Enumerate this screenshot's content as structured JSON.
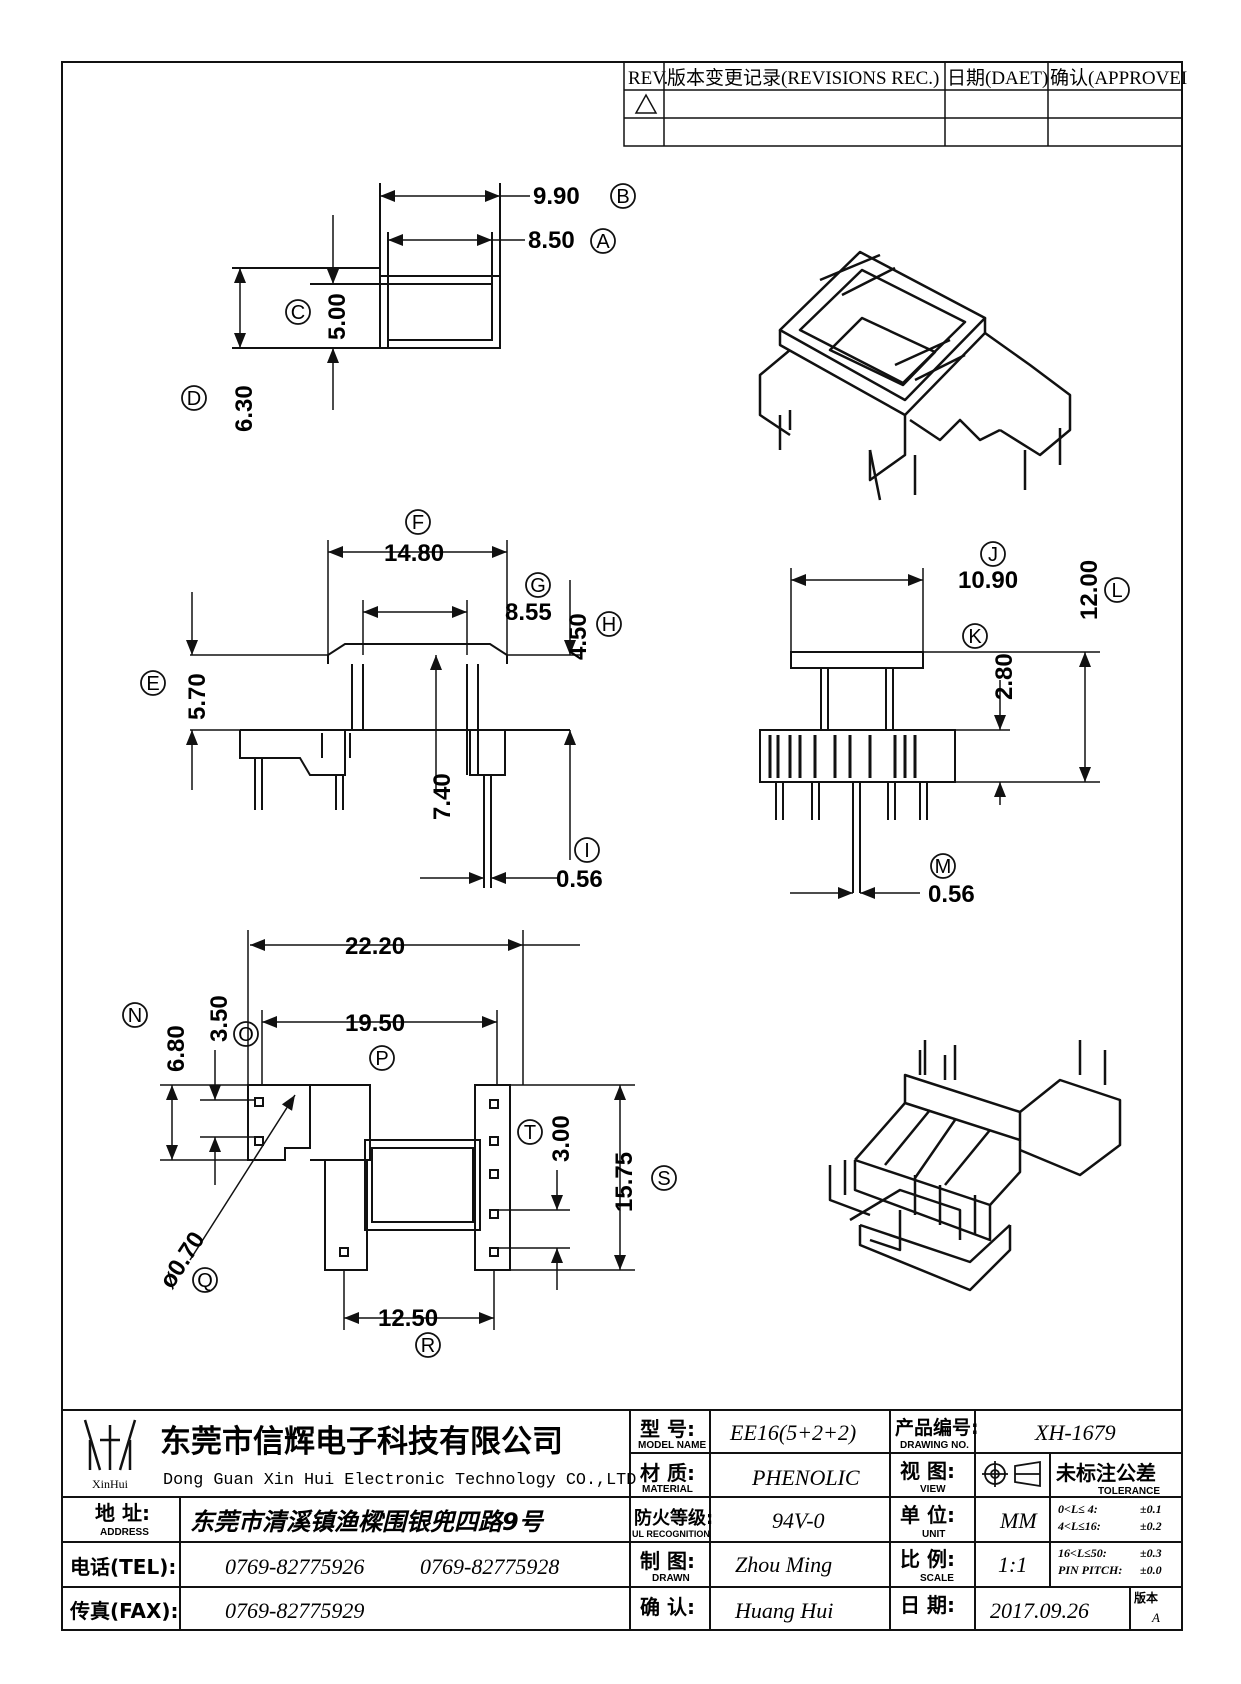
{
  "revision_block": {
    "rev_header": "REV.",
    "records_header": "版本变更记录(REVISIONS REC.)",
    "date_header": "日期(DAET)",
    "approve_header": "确认(APPROVEI"
  },
  "dimensions": {
    "top_view": {
      "d_990": "9.90",
      "d_850": "8.50",
      "d_500": "5.00",
      "d_630": "6.30"
    },
    "front_view": {
      "d_1480": "14.80",
      "d_855": "8.55",
      "d_450": "4.50",
      "d_570": "5.70",
      "d_740": "7.40",
      "d_056": "0.56"
    },
    "side_view": {
      "d_1090": "10.90",
      "d_1200": "12.00",
      "d_280": "2.80",
      "d_056": "0.56"
    },
    "bottom_view": {
      "d_2220": "22.20",
      "d_1950": "19.50",
      "d_350": "3.50",
      "d_680": "6.80",
      "d_300": "3.00",
      "d_1575": "15.75",
      "d_1250": "12.50",
      "d_070": "ø0.70"
    }
  },
  "callouts": [
    "A",
    "B",
    "C",
    "D",
    "E",
    "F",
    "G",
    "H",
    "I",
    "J",
    "K",
    "L",
    "M",
    "N",
    "O",
    "P",
    "Q",
    "R",
    "S",
    "T"
  ],
  "title_block": {
    "logo_caption": "XinHui",
    "company_cn": "东莞市信辉电子科技有限公司",
    "company_en": "Dong Guan Xin Hui Electronic Technology CO.,LTD",
    "address_label": "地  址:",
    "address_label_en": "ADDRESS",
    "address": "东莞市清溪镇渔樑围银兜四路9号",
    "tel_label": "电话(TEL):",
    "tel1": "0769-82775926",
    "tel2": "0769-82775928",
    "fax_label": "传真(FAX):",
    "fax": "0769-82775929",
    "model_label": "型  号:",
    "model_label_en": "MODEL NAME",
    "model": "EE16(5+2+2)",
    "material_label": "材  质:",
    "material_label_en": "MATERIAL",
    "material": "PHENOLIC",
    "ul_label": "防火等级:",
    "ul_label_en": "UL RECOGNITION",
    "ul": "94V-0",
    "drawn_label": "制  图:",
    "drawn_label_en": "DRAWN",
    "drawn": "Zhou Ming",
    "confirm_label": "确  认:",
    "confirm": "Huang Hui",
    "drawing_no_label": "产品编号:",
    "drawing_no_label_en": "DRAWING NO.",
    "drawing_no": "XH-1679",
    "view_label": "视  图:",
    "view_label_en": "VIEW",
    "tolerance_label": "未标注公差",
    "tolerance_label_en": "TOLERANCE",
    "unit_label": "单  位:",
    "unit_label_en": "UNIT",
    "unit": "MM",
    "scale_label": "比  例:",
    "scale_label_en": "SCALE",
    "scale": "1:1",
    "date_label": "日  期:",
    "date": "2017.09.26",
    "version_label": "版本",
    "version": "A",
    "tolerances": [
      {
        "range": "0<L≤ 4:",
        "value": "±0.1"
      },
      {
        "range": "4<L≤16:",
        "value": "±0.2"
      },
      {
        "range": "16<L≤50:",
        "value": "±0.3"
      },
      {
        "range": "PIN PITCH:",
        "value": "±0.0"
      }
    ]
  }
}
